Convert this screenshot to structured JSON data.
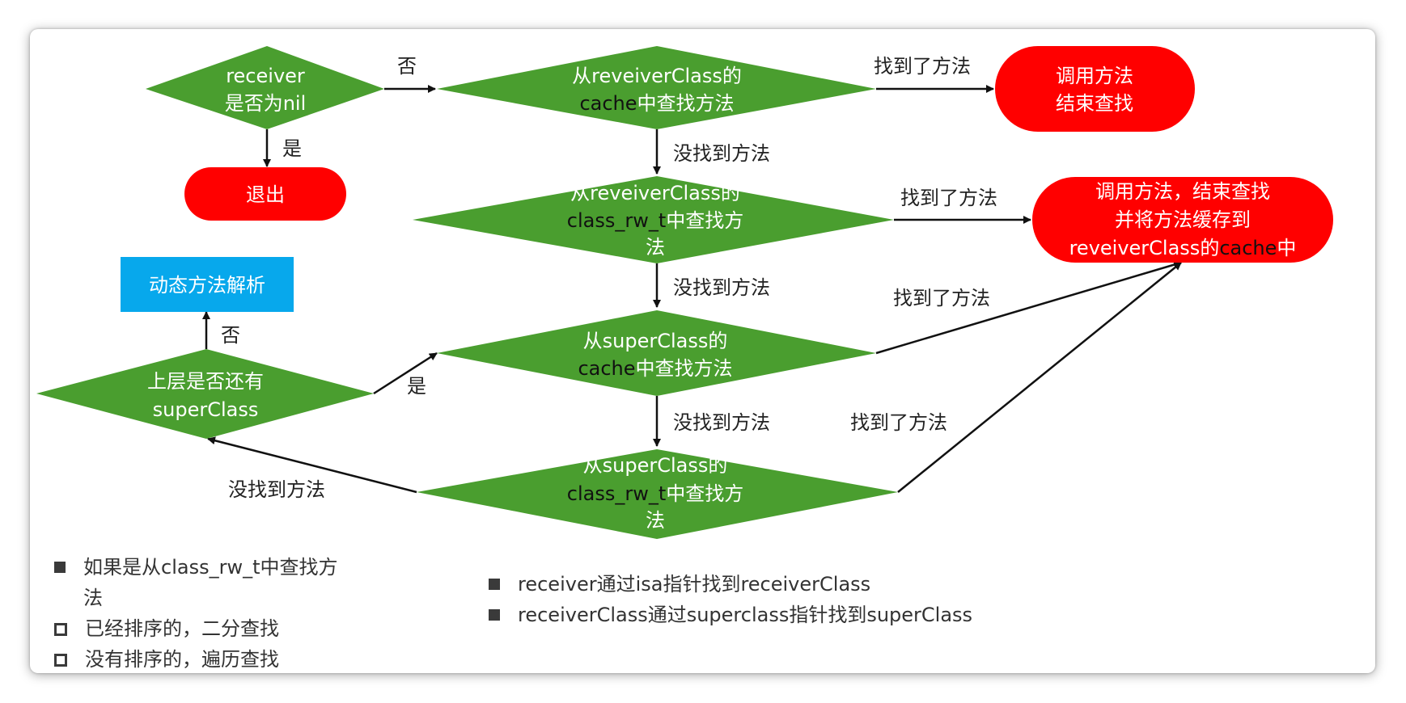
{
  "colors": {
    "decision": "#4a9e2f",
    "terminal": "#ff0000",
    "process": "#07a8ec",
    "arrow": "#111111",
    "highlight_text": "#111111"
  },
  "nodes": {
    "receiver_nil": [
      "receiver",
      "是否为nil"
    ],
    "exit": "退出",
    "cache_lookup": {
      "line1": "从reveiverClass的",
      "line2_a": "cache",
      "line2_b": "中查找方法"
    },
    "call_end": [
      "调用方法",
      "结束查找"
    ],
    "rw_lookup": {
      "line1": "从reveiverClass的",
      "line2_a": "class_rw_t",
      "line2_b": "中查找方",
      "line3": "法"
    },
    "call_cache": {
      "line1": "调用方法，结束查找",
      "line2": "并将方法缓存到",
      "line3_a": "reveiverClass的",
      "line3_b": "cache",
      "line3_c": "中"
    },
    "dynamic_resolve": "动态方法解析",
    "super_cache_lookup": {
      "line1": "从superClass的",
      "line2_a": "cache",
      "line2_b": "中查找方法"
    },
    "has_super": [
      "上层是否还有",
      "superClass"
    ],
    "super_rw_lookup": {
      "line1": "从superClass的",
      "line2_a": "class_rw_t",
      "line2_b": "中查找方",
      "line3": "法"
    }
  },
  "edges": {
    "no": "否",
    "yes": "是",
    "found": "找到了方法",
    "not_found": "没找到方法"
  },
  "notes_left": {
    "item1": "如果是从class_rw_t中查找方",
    "item1_cont": "法",
    "item2": "已经排序的，二分查找",
    "item3": "没有排序的，遍历查找"
  },
  "notes_right": {
    "item1": "receiver通过isa指针找到receiverClass",
    "item2": "receiverClass通过superclass指针找到superClass"
  }
}
